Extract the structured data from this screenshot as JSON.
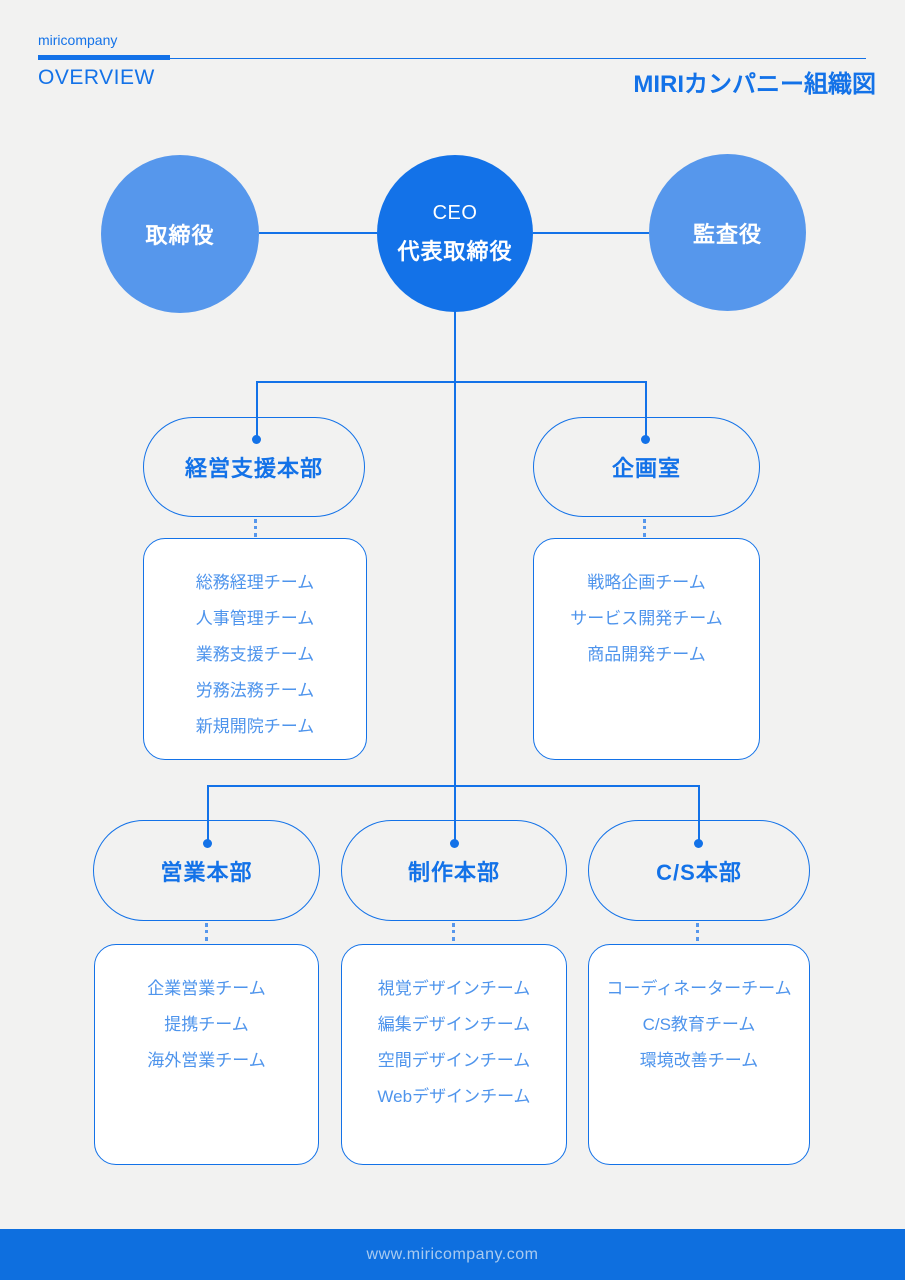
{
  "header": {
    "brand": "miricompany",
    "section": "OVERVIEW",
    "title": "MIRIカンパニー組織図"
  },
  "top": {
    "left_circle": "取締役",
    "ceo_sub": "CEO",
    "ceo_label": "代表取締役",
    "right_circle": "監査役"
  },
  "level2": [
    {
      "label": "経営支援本部",
      "teams": [
        "総務経理チーム",
        "人事管理チーム",
        "業務支援チーム",
        "労務法務チーム",
        "新規開院チーム"
      ]
    },
    {
      "label": "企画室",
      "teams": [
        "戦略企画チーム",
        "サービス開発チーム",
        "商品開発チーム"
      ]
    }
  ],
  "level3": [
    {
      "label": "営業本部",
      "teams": [
        "企業営業チーム",
        "提携チーム",
        "海外営業チーム"
      ]
    },
    {
      "label": "制作本部",
      "teams": [
        "視覚デザインチーム",
        "編集デザインチーム",
        "空間デザインチーム",
        "Webデザインチーム"
      ]
    },
    {
      "label": "C/S本部",
      "teams": [
        "コーディネーターチーム",
        "C/S教育チーム",
        "環境改善チーム"
      ]
    }
  ],
  "footer": {
    "url": "www.miricompany.com"
  },
  "colors": {
    "accent": "#1372E8",
    "light_circle": "#5697EC",
    "team_text": "#4E94EC",
    "background": "#F2F2F1",
    "card_bg": "#FFFFFF",
    "footer_bg": "#0E6FDF",
    "footer_text": "#A9CBF0"
  }
}
